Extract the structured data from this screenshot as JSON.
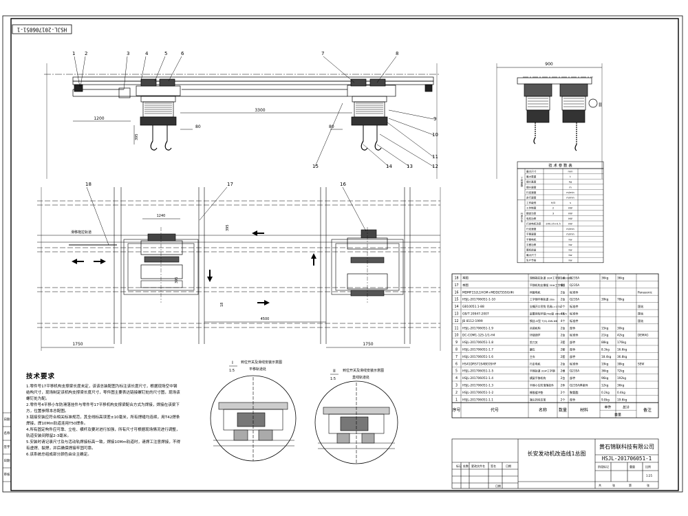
{
  "drawing_no_rotated": "HSJL-201706051-1",
  "elevation": {
    "balloons": [
      "1",
      "2",
      "3",
      "4",
      "5",
      "6",
      "7",
      "8",
      "9",
      "10",
      "11",
      "12",
      "13",
      "14",
      "15"
    ],
    "dims": {
      "d1200": "1200",
      "d3300": "3300",
      "d80a": "80",
      "d80b": "80",
      "d900": "900",
      "v395": "395"
    }
  },
  "plan": {
    "balloons": [
      "16",
      "17",
      "18"
    ],
    "dims": {
      "d1240": "1240",
      "d1750a": "1750",
      "d1750b": "1750",
      "d4500": "4500",
      "v395": "395",
      "v18": "18",
      "v395b": "395"
    },
    "rail_label": "滑移拖拉轨道"
  },
  "detail_I": {
    "roman": "I",
    "scale": "1:5",
    "title": "到位开关及滑线安装示意图",
    "subtitle": "平移轨道处"
  },
  "detail_II": {
    "roman": "II",
    "scale": "1:5",
    "title": "到位开关及滑线安装示意图",
    "subtitle": "直线轨道处"
  },
  "side_view_mark": "II",
  "tech_params": {
    "title": "技 术 参 数 表",
    "group_labels": [
      "工作参数",
      "行走小车"
    ],
    "rows": [
      {
        "name": "最大尺寸",
        "value": "",
        "unit": "mm"
      },
      {
        "name": "最大载重",
        "value": "",
        "unit": "t"
      },
      {
        "name": "提升高度",
        "value": "",
        "unit": "kg"
      },
      {
        "name": "提升速度",
        "value": "",
        "unit": "m"
      },
      {
        "name": "行走速度",
        "value": "",
        "unit": "m/min"
      },
      {
        "name": "走行速度",
        "value": "",
        "unit": "m/min"
      },
      {
        "name": "工作级别",
        "value": "H/3",
        "unit": "s"
      },
      {
        "name": "工作制度",
        "value": "2",
        "unit": "kW"
      },
      {
        "name": "额定功率",
        "value": "3",
        "unit": "kW"
      },
      {
        "name": "电机功率",
        "value": "",
        "unit": "kW"
      },
      {
        "name": "行走电机功率",
        "value": "2X0.25+0.5",
        "unit": "kW"
      },
      {
        "name": "行走速度",
        "value": "",
        "unit": "m/min"
      },
      {
        "name": "平移速度",
        "value": "",
        "unit": "m/min"
      },
      {
        "name": "平移电机",
        "value": "",
        "unit": "kw"
      },
      {
        "name": "平移功率",
        "value": "",
        "unit": "kw"
      },
      {
        "name": "整机质量",
        "value": "",
        "unit": "kw"
      },
      {
        "name": "最大尺寸",
        "value": "",
        "unit": "kw"
      },
      {
        "name": "生产节拍",
        "value": "",
        "unit": "kw"
      }
    ]
  },
  "bom": {
    "rows": [
      {
        "no": "18",
        "code": "本图",
        "name": "滑移拖拉轨道 20#工字钢 L=3300",
        "qty": "1根",
        "mat": "Q235A",
        "w1": "36kg",
        "w2": "36kg",
        "note": ""
      },
      {
        "no": "17",
        "code": "本图",
        "name": "平移机构支撑架 20#工字钢",
        "qty": "4根",
        "mat": "Q235A",
        "w1": "",
        "w2": "",
        "note": ""
      },
      {
        "no": "16",
        "code": "MDMF152L1HGM+MDDLT55SG(Φ)",
        "name": "伺服电机",
        "qty": "2台",
        "mat": "标准件",
        "w1": "",
        "w2": "",
        "note": "Panasonic"
      },
      {
        "no": "15",
        "code": "HSJL-201706051-1-10",
        "name": "工字钢平移轨道 20a",
        "qty": "2台",
        "mat": "Q235A",
        "w1": "39kg",
        "w2": "78kg",
        "note": ""
      },
      {
        "no": "14",
        "code": "GB10051.1-88",
        "name": "尖嘴开口吊钩  吊具L=170",
        "qty": "2个",
        "mat": "标准件",
        "w1": "",
        "w2": "",
        "note": "国化"
      },
      {
        "no": "13",
        "code": "GB/T 20947-2007",
        "name": "起重用短环链(T8)级  3Φ×12.5",
        "qty": "4条",
        "mat": "标准件",
        "w1": "",
        "w2": "",
        "note": "国化"
      },
      {
        "no": "12",
        "code": "JB 8112-1999",
        "name": "钢丝-D型  T(S)-DW-Φ8",
        "qty": "4个",
        "mat": "标准件",
        "w1": "",
        "w2": "",
        "note": "国化"
      },
      {
        "no": "11",
        "code": "HSJL-201706051-1.9",
        "name": "吊装机构",
        "qty": "2台",
        "mat": "部件",
        "w1": "15kg",
        "w2": "30kg",
        "note": ""
      },
      {
        "no": "10",
        "code": "DC-COM1-125-1/1-H4",
        "name": "环链葫芦",
        "qty": "2台",
        "mat": "标准件",
        "w1": "21kg",
        "w2": "42kg",
        "note": "DEMAG"
      },
      {
        "no": "9",
        "code": "HSJL-201706051-1.8",
        "name": "剪刀叉",
        "qty": "2套",
        "mat": "部件",
        "w1": "88kg",
        "w2": "176kg",
        "note": ""
      },
      {
        "no": "8",
        "code": "HSJL-201706051-1.7",
        "name": "翻车",
        "qty": "2套",
        "mat": "部件",
        "w1": "8.3kg",
        "w2": "16.6kg",
        "note": ""
      },
      {
        "no": "7",
        "code": "HSJL-201706051-1.6",
        "name": "主车",
        "qty": "2套",
        "mat": "部件",
        "w1": "18.4kg",
        "w2": "36.8kg",
        "note": ""
      },
      {
        "no": "6",
        "code": "HS41DRS71S4BE05HF",
        "name": "行走电机",
        "qty": "2台",
        "mat": "标准件",
        "w1": "19kg",
        "w2": "38kg",
        "note": "SEW"
      },
      {
        "no": "5",
        "code": "HSJL-201706051-1-5",
        "name": "平移轨道 20#工字钢",
        "qty": "2根",
        "mat": "Q235A",
        "w1": "36kg",
        "w2": "72kg",
        "note": ""
      },
      {
        "no": "4",
        "code": "HSJL-201706051-1.4",
        "name": "横梁平移机构",
        "qty": "2台",
        "mat": "部件",
        "w1": "96kg",
        "w2": "192kg",
        "note": ""
      },
      {
        "no": "3",
        "code": "HSJL-201706051-1.3",
        "name": "平移小车防滑落挂件",
        "qty": "2件",
        "mat": "Q235A焊接件",
        "w1": "12kg",
        "w2": "36kg",
        "note": ""
      },
      {
        "no": "2",
        "code": "HSJL-201706051-1-2",
        "name": "橡胶缓冲垫",
        "qty": "2个",
        "mat": "聚氨酯",
        "w1": "0.2kg",
        "w2": "0.4kg",
        "note": ""
      },
      {
        "no": "1",
        "code": "HSJL-201706051-1.1",
        "name": "端头挡块支架",
        "qty": "2个",
        "mat": "部件",
        "w1": "9.8kg",
        "w2": "19.6kg",
        "note": ""
      }
    ],
    "header": {
      "no": "序号",
      "code": "代号",
      "name": "名称",
      "qty": "数量",
      "mat": "材料",
      "single": "单件",
      "total": "总计",
      "weight": "重量",
      "note": "备注"
    }
  },
  "title_block": {
    "drawing_title": "长安发动机改造线1总图",
    "company": "黄石锦联科技有限公司",
    "drawing_no": "HSJL-201706051-1",
    "scale": "1:25",
    "cells": [
      "标记",
      "处数",
      "更改文件名",
      "签名",
      "日期",
      "阶段标记",
      "重量",
      "比例",
      "共",
      "张",
      "第",
      "张",
      "日期"
    ]
  },
  "tech_notes": {
    "title": "技术要求",
    "lines": [
      "1.零件号17平移机构支撑梁长度未定，该该总装配图为标注该长度尺寸，根据现场空中钢结构尺寸，现场制定该机构支撑梁长度尺寸，零件图主要表达链接螺钉处的尺寸图，现场该螺钉处为配。",
      "2.零件号4平移小车防滑落挂件与零件号17平移机构支撑梁配合方式为焊接，焊接在该梁下方，位置参照本总配图。",
      "3.链接安装应符合相关标准规范，其全线标高误差±10毫米，所有焊缝均连续，用T42焊条焊接，焊10Mm轨道连用T50焊条。",
      "4.所有固定构件应可靠、立柱、横杆及要对进行加强，所有尺寸可根据现场情况进行调整，轨道安装间隙留2-3毫米。",
      "5.安装时请记录尺寸及与活动轨焊接标高一致，焊接10Mm轨道时，请焊工注意焊接，不得有虚焊、裂焊，并后确保焊接牢固可靠。",
      "6.该系统总组成部分颜色由业主确定。"
    ]
  },
  "left_sidebar": [
    "日期",
    "名称",
    "签字",
    "日期",
    "审核"
  ]
}
